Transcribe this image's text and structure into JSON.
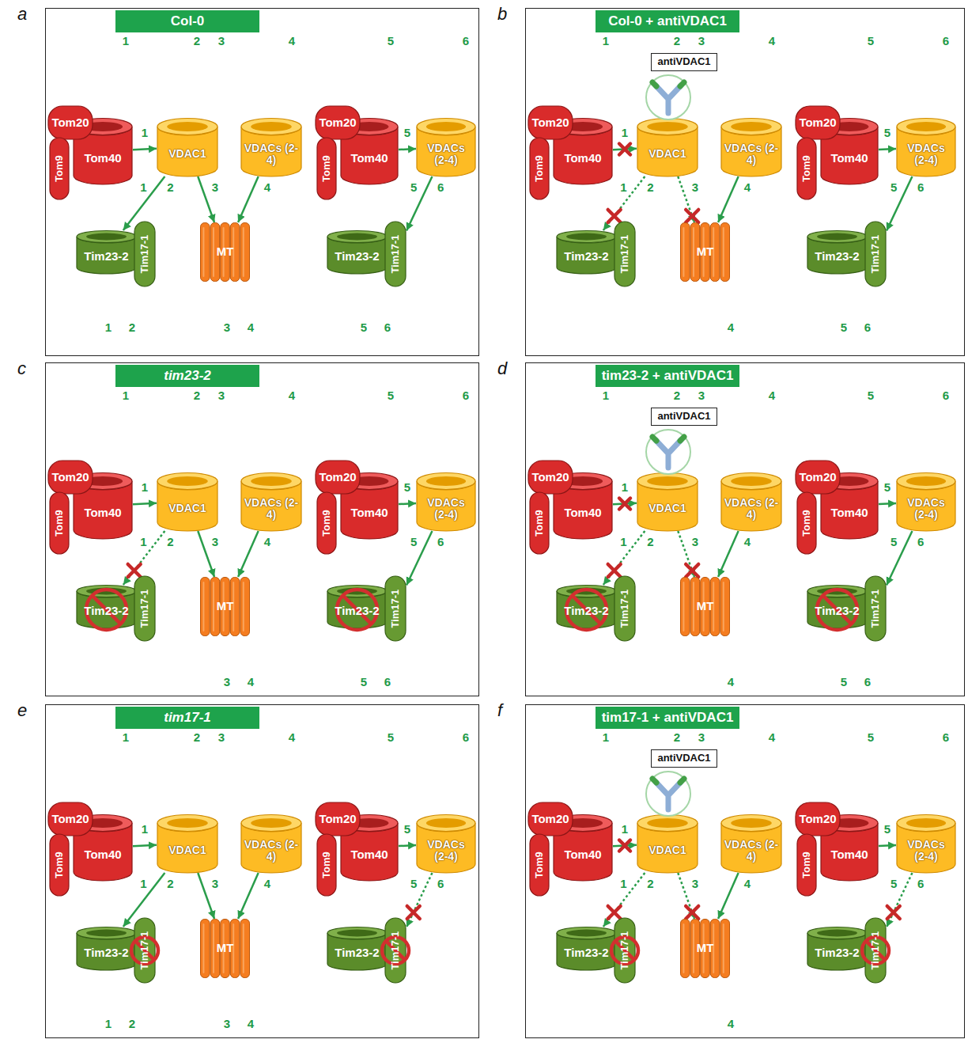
{
  "diagram": {
    "nodes": [
      {
        "text": [
          "a"
        ]
      },
      {
        "text": [
          "Col-0"
        ],
        "in": 0
      },
      {
        "text": [
          "Tom20"
        ],
        "in": 0
      },
      {
        "text": [
          "Tom9"
        ],
        "in": 0
      },
      {
        "text": [
          "Tom40"
        ],
        "in": 0
      },
      {
        "text": [
          "VDAC1"
        ],
        "in": 0
      },
      {
        "text": [
          "VDACs (2-4)"
        ],
        "in": 0
      },
      {
        "text": [
          "Tom20"
        ],
        "in": 0
      },
      {
        "text": [
          "Tom9"
        ],
        "in": 0
      },
      {
        "text": [
          "Tom40"
        ],
        "in": 0
      },
      {
        "text": [
          "VDACs (2-4)"
        ],
        "in": 0
      },
      {
        "text": [
          "Tim23-2"
        ],
        "in": 0
      },
      {
        "text": [
          "Tim17-1"
        ],
        "in": 0
      },
      {
        "text": [
          "MT"
        ],
        "in": 0
      },
      {
        "text": [
          "Tim23-2"
        ],
        "in": 0
      },
      {
        "text": [
          "Tim17-1"
        ],
        "in": 0
      },
      {
        "text": [
          "b"
        ]
      },
      {
        "text": [
          "Col-0 + antiVDAC1"
        ],
        "in": 16
      },
      {
        "text": [
          "antiVDAC1"
        ],
        "in": 16
      },
      {
        "text": [
          "Tom20"
        ],
        "in": 16
      },
      {
        "text": [
          "Tom9"
        ],
        "in": 16
      },
      {
        "text": [
          "Tom40"
        ],
        "in": 16
      },
      {
        "text": [
          "VDAC1"
        ],
        "in": 16
      },
      {
        "text": [
          "VDACs (2-4)"
        ],
        "in": 16
      },
      {
        "text": [
          "Tom20"
        ],
        "in": 16
      },
      {
        "text": [
          "Tom9"
        ],
        "in": 16
      },
      {
        "text": [
          "Tom40"
        ],
        "in": 16
      },
      {
        "text": [
          "VDACs (2-4)"
        ],
        "in": 16
      },
      {
        "text": [
          "Tim23-2"
        ],
        "in": 16
      },
      {
        "text": [
          "Tim17-1"
        ],
        "in": 16
      },
      {
        "text": [
          "MT"
        ],
        "in": 16
      },
      {
        "text": [
          "Tim23-2"
        ],
        "in": 16
      },
      {
        "text": [
          "Tim17-1"
        ],
        "in": 16
      },
      {
        "text": [
          "c"
        ]
      },
      {
        "text": [
          "tim23-2"
        ],
        "in": 33
      },
      {
        "text": [
          "Tom20"
        ],
        "in": 33
      },
      {
        "text": [
          "Tom9"
        ],
        "in": 33
      },
      {
        "text": [
          "Tom40"
        ],
        "in": 33
      },
      {
        "text": [
          "VDAC1"
        ],
        "in": 33
      },
      {
        "text": [
          "VDACs (2-4)"
        ],
        "in": 33
      },
      {
        "text": [
          "Tom20"
        ],
        "in": 33
      },
      {
        "text": [
          "Tom9"
        ],
        "in": 33
      },
      {
        "text": [
          "Tom40"
        ],
        "in": 33
      },
      {
        "text": [
          "VDACs (2-4)"
        ],
        "in": 33
      },
      {
        "text": [
          "Tim23-2"
        ],
        "in": 33
      },
      {
        "text": [
          "Tim17-1"
        ],
        "in": 33
      },
      {
        "text": [
          "MT"
        ],
        "in": 33
      },
      {
        "text": [
          "Tim23-2"
        ],
        "in": 33
      },
      {
        "text": [
          "Tim17-1"
        ],
        "in": 33
      },
      {
        "text": [
          "d"
        ]
      },
      {
        "text": [
          "tim23-2 + antiVDAC1"
        ],
        "in": 49
      },
      {
        "text": [
          "antiVDAC1"
        ],
        "in": 49
      },
      {
        "text": [
          "Tom20"
        ],
        "in": 49
      },
      {
        "text": [
          "Tom9"
        ],
        "in": 49
      },
      {
        "text": [
          "Tom40"
        ],
        "in": 49
      },
      {
        "text": [
          "VDAC1"
        ],
        "in": 49
      },
      {
        "text": [
          "VDACs (2-4)"
        ],
        "in": 49
      },
      {
        "text": [
          "Tom20"
        ],
        "in": 49
      },
      {
        "text": [
          "Tom9"
        ],
        "in": 49
      },
      {
        "text": [
          "Tom40"
        ],
        "in": 49
      },
      {
        "text": [
          "VDACs (2-4)"
        ],
        "in": 49
      },
      {
        "text": [
          "Tim23-2"
        ],
        "in": 49
      },
      {
        "text": [
          "Tim17-1"
        ],
        "in": 49
      },
      {
        "text": [
          "MT"
        ],
        "in": 49
      },
      {
        "text": [
          "Tim23-2"
        ],
        "in": 49
      },
      {
        "text": [
          "Tim17-1"
        ],
        "in": 49
      },
      {
        "text": [
          "e"
        ]
      },
      {
        "text": [
          "tim17-1"
        ],
        "in": 66
      },
      {
        "text": [
          "Tom20"
        ],
        "in": 66
      },
      {
        "text": [
          "Tom9"
        ],
        "in": 66
      },
      {
        "text": [
          "Tom40"
        ],
        "in": 66
      },
      {
        "text": [
          "VDAC1"
        ],
        "in": 66
      },
      {
        "text": [
          "VDACs (2-4)"
        ],
        "in": 66
      },
      {
        "text": [
          "Tom20"
        ],
        "in": 66
      },
      {
        "text": [
          "Tom9"
        ],
        "in": 66
      },
      {
        "text": [
          "Tom40"
        ],
        "in": 66
      },
      {
        "text": [
          "VDACs (2-4)"
        ],
        "in": 66
      },
      {
        "text": [
          "Tim23-2"
        ],
        "in": 66
      },
      {
        "text": [
          "Tim17-1"
        ],
        "in": 66
      },
      {
        "text": [
          "MT"
        ],
        "in": 66
      },
      {
        "text": [
          "Tim23-2"
        ],
        "in": 66
      },
      {
        "text": [
          "Tim17-1"
        ],
        "in": 66
      },
      {
        "text": [
          "f"
        ]
      },
      {
        "text": [
          "tim17-1 + antiVDAC1"
        ],
        "in": 82
      },
      {
        "text": [
          "antiVDAC1"
        ],
        "in": 82
      },
      {
        "text": [
          "Tom20"
        ],
        "in": 82
      },
      {
        "text": [
          "Tom9"
        ],
        "in": 82
      },
      {
        "text": [
          "Tom40"
        ],
        "in": 82
      },
      {
        "text": [
          "VDAC1"
        ],
        "in": 82
      },
      {
        "text": [
          "VDACs (2-4)"
        ],
        "in": 82
      },
      {
        "text": [
          "Tom20"
        ],
        "in": 82
      },
      {
        "text": [
          "Tom9"
        ],
        "in": 82
      },
      {
        "text": [
          "Tom40"
        ],
        "in": 82
      },
      {
        "text": [
          "VDACs (2-4)"
        ],
        "in": 82
      },
      {
        "text": [
          "Tim23-2"
        ],
        "in": 82
      },
      {
        "text": [
          "Tim17-1"
        ],
        "in": 82
      },
      {
        "text": [
          "MT"
        ],
        "in": 82
      },
      {
        "text": [
          "Tim23-2"
        ],
        "in": 82
      },
      {
        "text": [
          "Tim17-1"
        ],
        "in": 82
      }
    ],
    "edges": [
      {
        "from": 4,
        "to": 5,
        "arrow": "to"
      },
      {
        "from": 5,
        "to": 11,
        "arrow": "to"
      },
      {
        "from": 5,
        "to": 13,
        "arrow": "to"
      },
      {
        "from": 6,
        "to": 13,
        "arrow": "to"
      },
      {
        "from": 9,
        "to": 10,
        "arrow": "to"
      },
      {
        "from": 10,
        "to": 15,
        "arrow": "to"
      },
      {
        "from": 21,
        "to": 22,
        "arrow": "to"
      },
      {
        "from": 22,
        "to": 28,
        "arrow": "to"
      },
      {
        "from": 22,
        "to": 30,
        "arrow": "to"
      },
      {
        "from": 23,
        "to": 30,
        "arrow": "to"
      },
      {
        "from": 26,
        "to": 27,
        "arrow": "to"
      },
      {
        "from": 27,
        "to": 32,
        "arrow": "to"
      },
      {
        "from": 37,
        "to": 38,
        "arrow": "to"
      },
      {
        "from": 38,
        "to": 44,
        "arrow": "to"
      },
      {
        "from": 38,
        "to": 46,
        "arrow": "to"
      },
      {
        "from": 39,
        "to": 46,
        "arrow": "to"
      },
      {
        "from": 42,
        "to": 43,
        "arrow": "to"
      },
      {
        "from": 43,
        "to": 48,
        "arrow": "to"
      },
      {
        "from": 54,
        "to": 55,
        "arrow": "to"
      },
      {
        "from": 55,
        "to": 61,
        "arrow": "to"
      },
      {
        "from": 55,
        "to": 63,
        "arrow": "to"
      },
      {
        "from": 56,
        "to": 63,
        "arrow": "to"
      },
      {
        "from": 59,
        "to": 60,
        "arrow": "to"
      },
      {
        "from": 60,
        "to": 65,
        "arrow": "to"
      },
      {
        "from": 70,
        "to": 71,
        "arrow": "to"
      },
      {
        "from": 71,
        "to": 77,
        "arrow": "to"
      },
      {
        "from": 71,
        "to": 79,
        "arrow": "to"
      },
      {
        "from": 72,
        "to": 79,
        "arrow": "to"
      },
      {
        "from": 75,
        "to": 76,
        "arrow": "to"
      },
      {
        "from": 76,
        "to": 81,
        "arrow": "to"
      },
      {
        "from": 87,
        "to": 88,
        "arrow": "to"
      },
      {
        "from": 88,
        "to": 94,
        "arrow": "to"
      },
      {
        "from": 88,
        "to": 96,
        "arrow": "to"
      },
      {
        "from": 89,
        "to": 96,
        "arrow": "to"
      },
      {
        "from": 92,
        "to": 93,
        "arrow": "to"
      },
      {
        "from": 93,
        "to": 98,
        "arrow": "to"
      }
    ],
    "labels": [
      "1",
      "2",
      "3",
      "4",
      "5",
      "6",
      "1",
      "1",
      "2",
      "3",
      "4",
      "5",
      "5",
      "6",
      "1",
      "2",
      "3",
      "4",
      "5",
      "6",
      "1",
      "2",
      "3",
      "4",
      "5",
      "6",
      "1",
      "1",
      "2",
      "3",
      "4",
      "5",
      "5",
      "6",
      "4",
      "5",
      "6",
      "1",
      "2",
      "3",
      "4",
      "5",
      "6",
      "1",
      "1",
      "2",
      "3",
      "4",
      "5",
      "5",
      "6",
      "3",
      "4",
      "5",
      "6",
      "1",
      "2",
      "3",
      "4",
      "5",
      "6",
      "1",
      "1",
      "2",
      "3",
      "4",
      "5",
      "5",
      "6",
      "4",
      "5",
      "6",
      "1",
      "2",
      "3",
      "4",
      "5",
      "6",
      "1",
      "1",
      "2",
      "3",
      "4",
      "5",
      "5",
      "6",
      "1",
      "2",
      "3",
      "4",
      "1",
      "2",
      "3",
      "4",
      "5",
      "6",
      "1",
      "1",
      "2",
      "3",
      "4",
      "5",
      "5",
      "6",
      "4"
    ]
  }
}
